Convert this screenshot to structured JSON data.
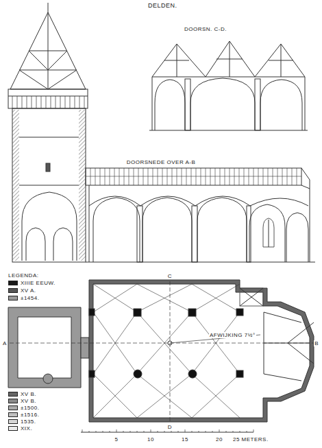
{
  "diagram": {
    "title": "DELDEN.",
    "labels": [
      "DOORSN. C-D.",
      "DOORSNEDE OVER A-B",
      "LEGENDA:",
      "A",
      "B",
      "C",
      "D",
      "AFWIJKING 7½°",
      "5",
      "10",
      "15",
      "20",
      "25 METERS."
    ],
    "legend": [
      {
        "text": "XIIIE EEUW.",
        "color": "#1a1a1a"
      },
      {
        "text": "XV A.",
        "color": "#555555"
      },
      {
        "text": "±1454.",
        "color": "#999999"
      },
      {
        "text": "XV B.",
        "color": "#666666"
      },
      {
        "text": "XV B.",
        "color": "#888888"
      },
      {
        "text": "±1500.",
        "color": "#aaaaaa"
      },
      {
        "text": "±1516.",
        "color": "#c0c0c0"
      },
      {
        "text": "1535.",
        "color": "#d6d6d6"
      },
      {
        "text": "XIX.",
        "color": "#ececec"
      }
    ]
  }
}
